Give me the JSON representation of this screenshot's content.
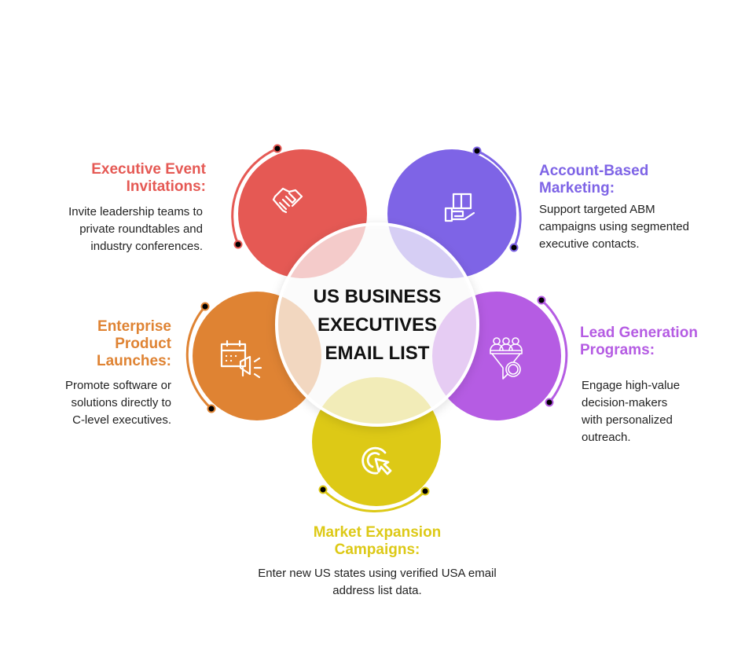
{
  "title": "US BUSINESS EXECUTIVES EMAIL LIST",
  "title_lines": [
    "US BUSINESS",
    "EXECUTIVES",
    "EMAIL LIST"
  ],
  "items": [
    {
      "heading_lines": [
        "Executive Event",
        "Invitations:"
      ],
      "text_lines": [
        "Invite leadership teams to",
        "private roundtables and",
        "industry conferences."
      ],
      "color": "#E55954",
      "icon": "handshake-icon"
    },
    {
      "heading_lines": [
        "Account-Based",
        "Marketing:"
      ],
      "text_lines": [
        "Support targeted ABM",
        "campaigns using segmented",
        "executive contacts."
      ],
      "color": "#7E64E6",
      "icon": "hand-box-icon"
    },
    {
      "heading_lines": [
        "Enterprise",
        "Product",
        "Launches:"
      ],
      "text_lines": [
        "Promote software or",
        "solutions directly to",
        "C-level executives."
      ],
      "color": "#DF8333",
      "icon": "calendar-megaphone-icon"
    },
    {
      "heading_lines": [
        "Lead Generation",
        "Programs:"
      ],
      "text_lines": [
        "Engage high-value",
        "decision-makers",
        "with personalized",
        "outreach."
      ],
      "color": "#B55CE3",
      "icon": "funnel-people-icon"
    },
    {
      "heading_lines": [
        "Market Expansion",
        "Campaigns:"
      ],
      "text_lines": [
        "Enter new US states using verified USA email",
        "address list data."
      ],
      "color": "#DDC916",
      "icon": "target-cursor-icon"
    }
  ]
}
